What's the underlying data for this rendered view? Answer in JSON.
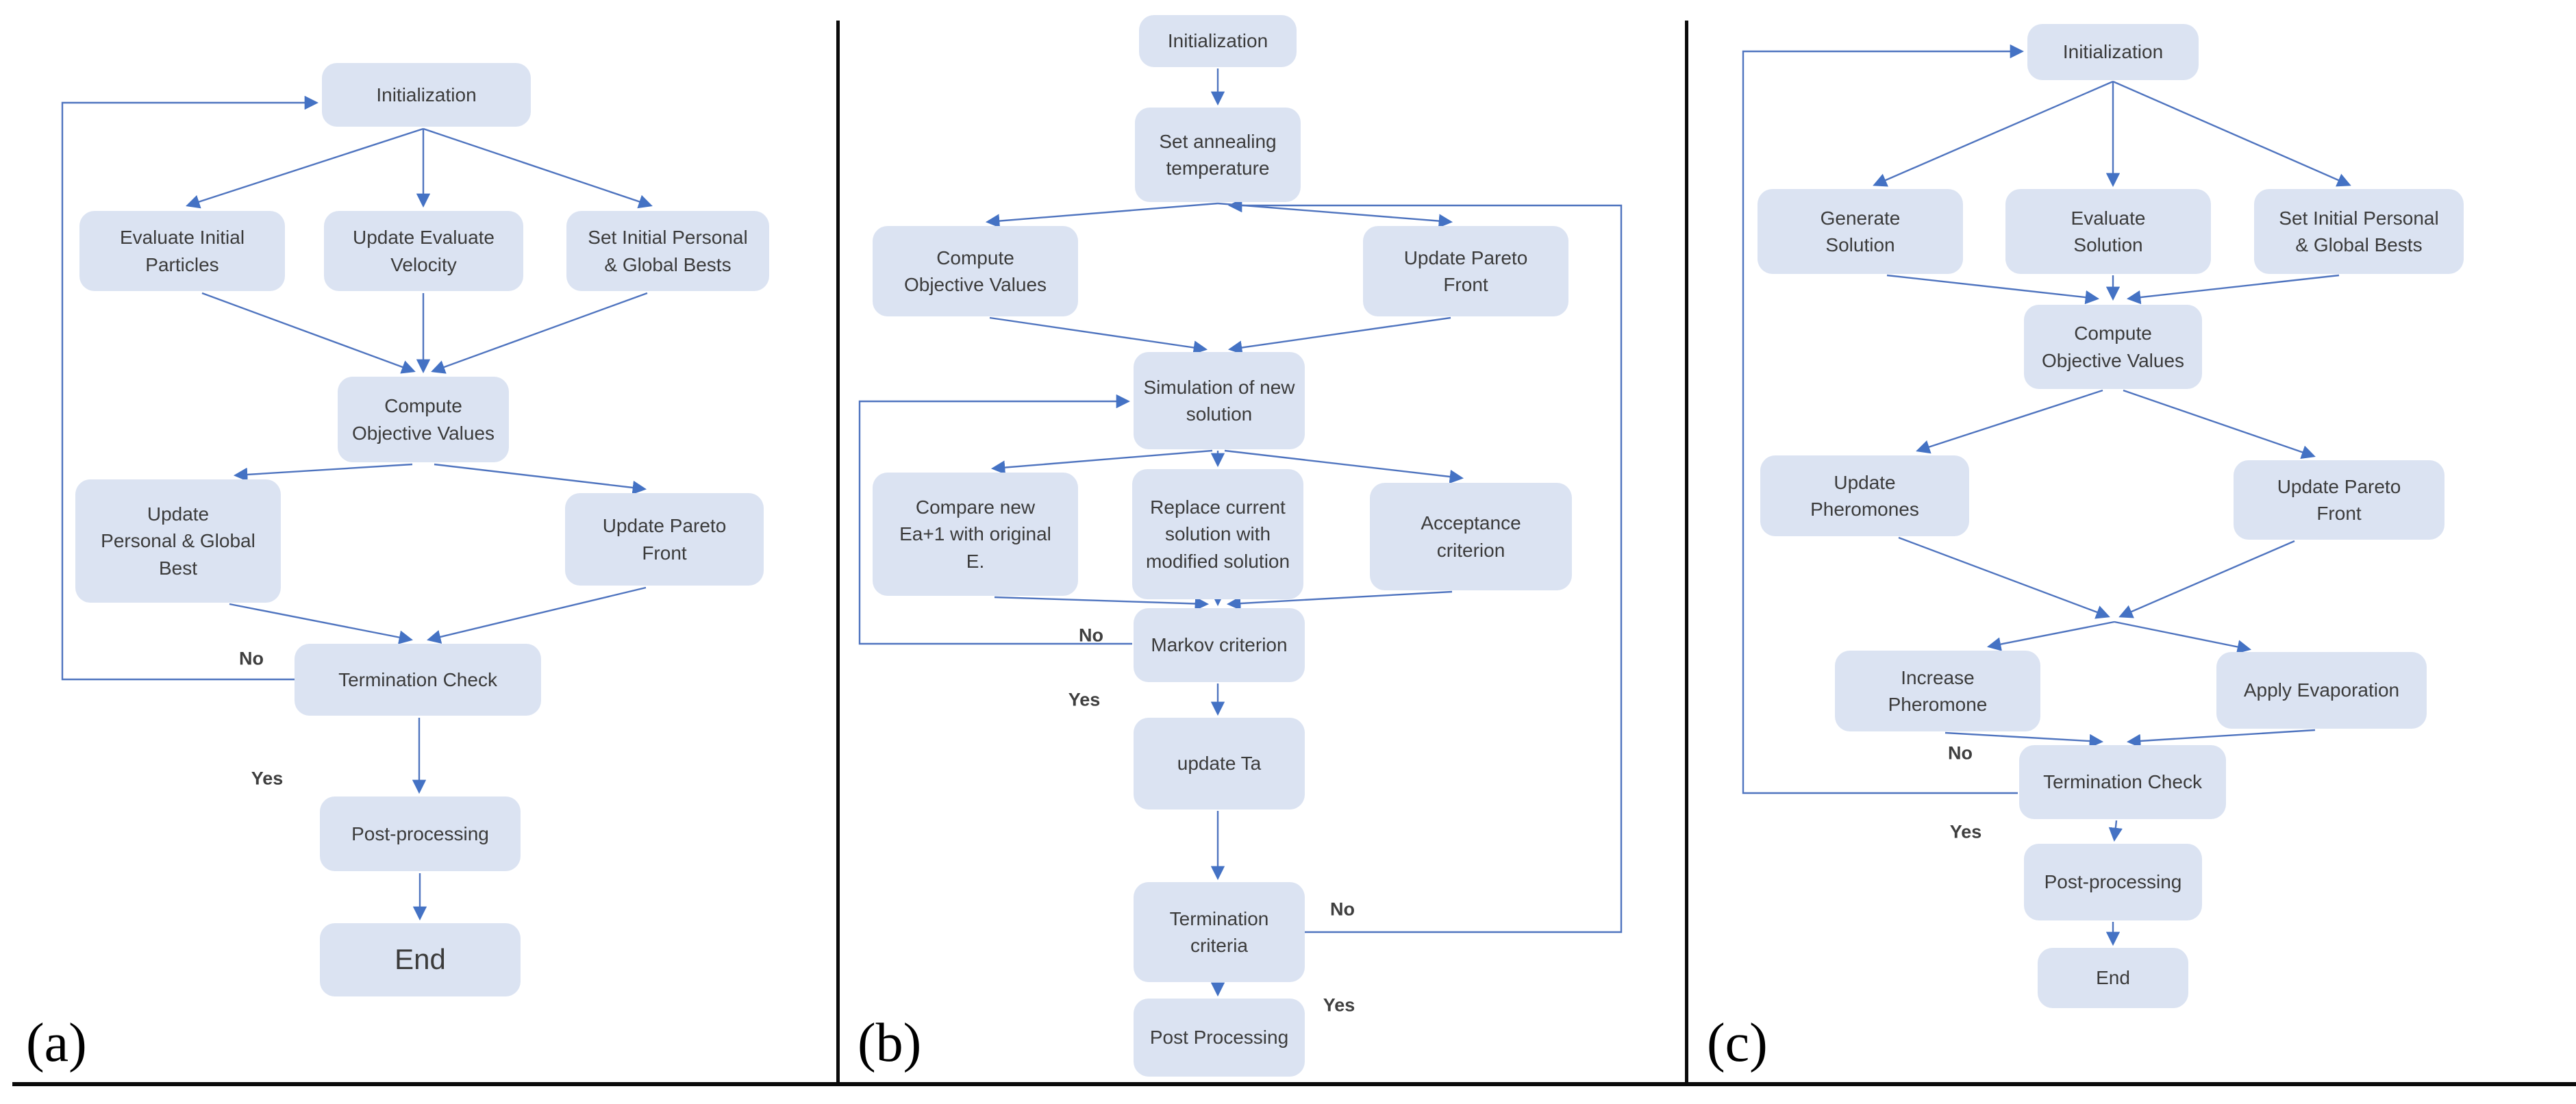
{
  "colors": {
    "node_fill": "#dbe3f2",
    "arrow": "#4472c4",
    "text": "#3b3b3b"
  },
  "panels": [
    {
      "caption": "(a)",
      "nodes": {
        "initialization": "Initialization",
        "evaluate_initial_particles": "Evaluate Initial\nParticles",
        "update_evaluate_velocity": "Update Evaluate\nVelocity",
        "set_initial_bests": "Set Initial Personal\n& Global Bests",
        "compute_objective_values": "Compute\nObjective Values",
        "update_personal_global_best": "Update\nPersonal  & Global\nBest",
        "update_pareto_front": "Update Pareto\nFront",
        "termination_check": "Termination Check",
        "post_processing": "Post-processing",
        "end": "End"
      },
      "labels": {
        "no": "No",
        "yes": "Yes"
      }
    },
    {
      "caption": "(b)",
      "nodes": {
        "initialization": "Initialization",
        "set_annealing_temperature": "Set annealing\ntemperature",
        "compute_objective_values": "Compute\nObjective Values",
        "update_pareto_front": "Update Pareto\nFront",
        "simulation_of_new_solution": "Simulation of new\nsolution",
        "compare_new_energy": "Compare new\nEa+1 with original\nE.",
        "replace_current_solution": "Replace current\nsolution with\nmodified solution",
        "acceptance_criterion": "Acceptance\ncriterion",
        "markov_criterion": "Markov criterion",
        "update_ta": "update Ta",
        "termination_criteria": "Termination\ncriteria",
        "post_processing": "Post Processing"
      },
      "labels": {
        "markov_no": "No",
        "markov_yes": "Yes",
        "termination_no": "No",
        "termination_yes": "Yes"
      }
    },
    {
      "caption": "(c)",
      "nodes": {
        "initialization": "Initialization",
        "generate_solution": "Generate\nSolution",
        "evaluate_solution": "Evaluate\nSolution",
        "set_initial_bests": "Set Initial Personal\n& Global Bests",
        "compute_objective_values": "Compute\nObjective Values",
        "update_pheromones": "Update\nPheromones",
        "update_pareto_front": "Update Pareto\nFront",
        "increase_pheromone": "Increase\nPheromone",
        "apply_evaporation": "Apply Evaporation",
        "termination_check": "Termination Check",
        "post_processing": "Post-processing",
        "end": "End"
      },
      "labels": {
        "no": "No",
        "yes": "Yes"
      }
    }
  ]
}
